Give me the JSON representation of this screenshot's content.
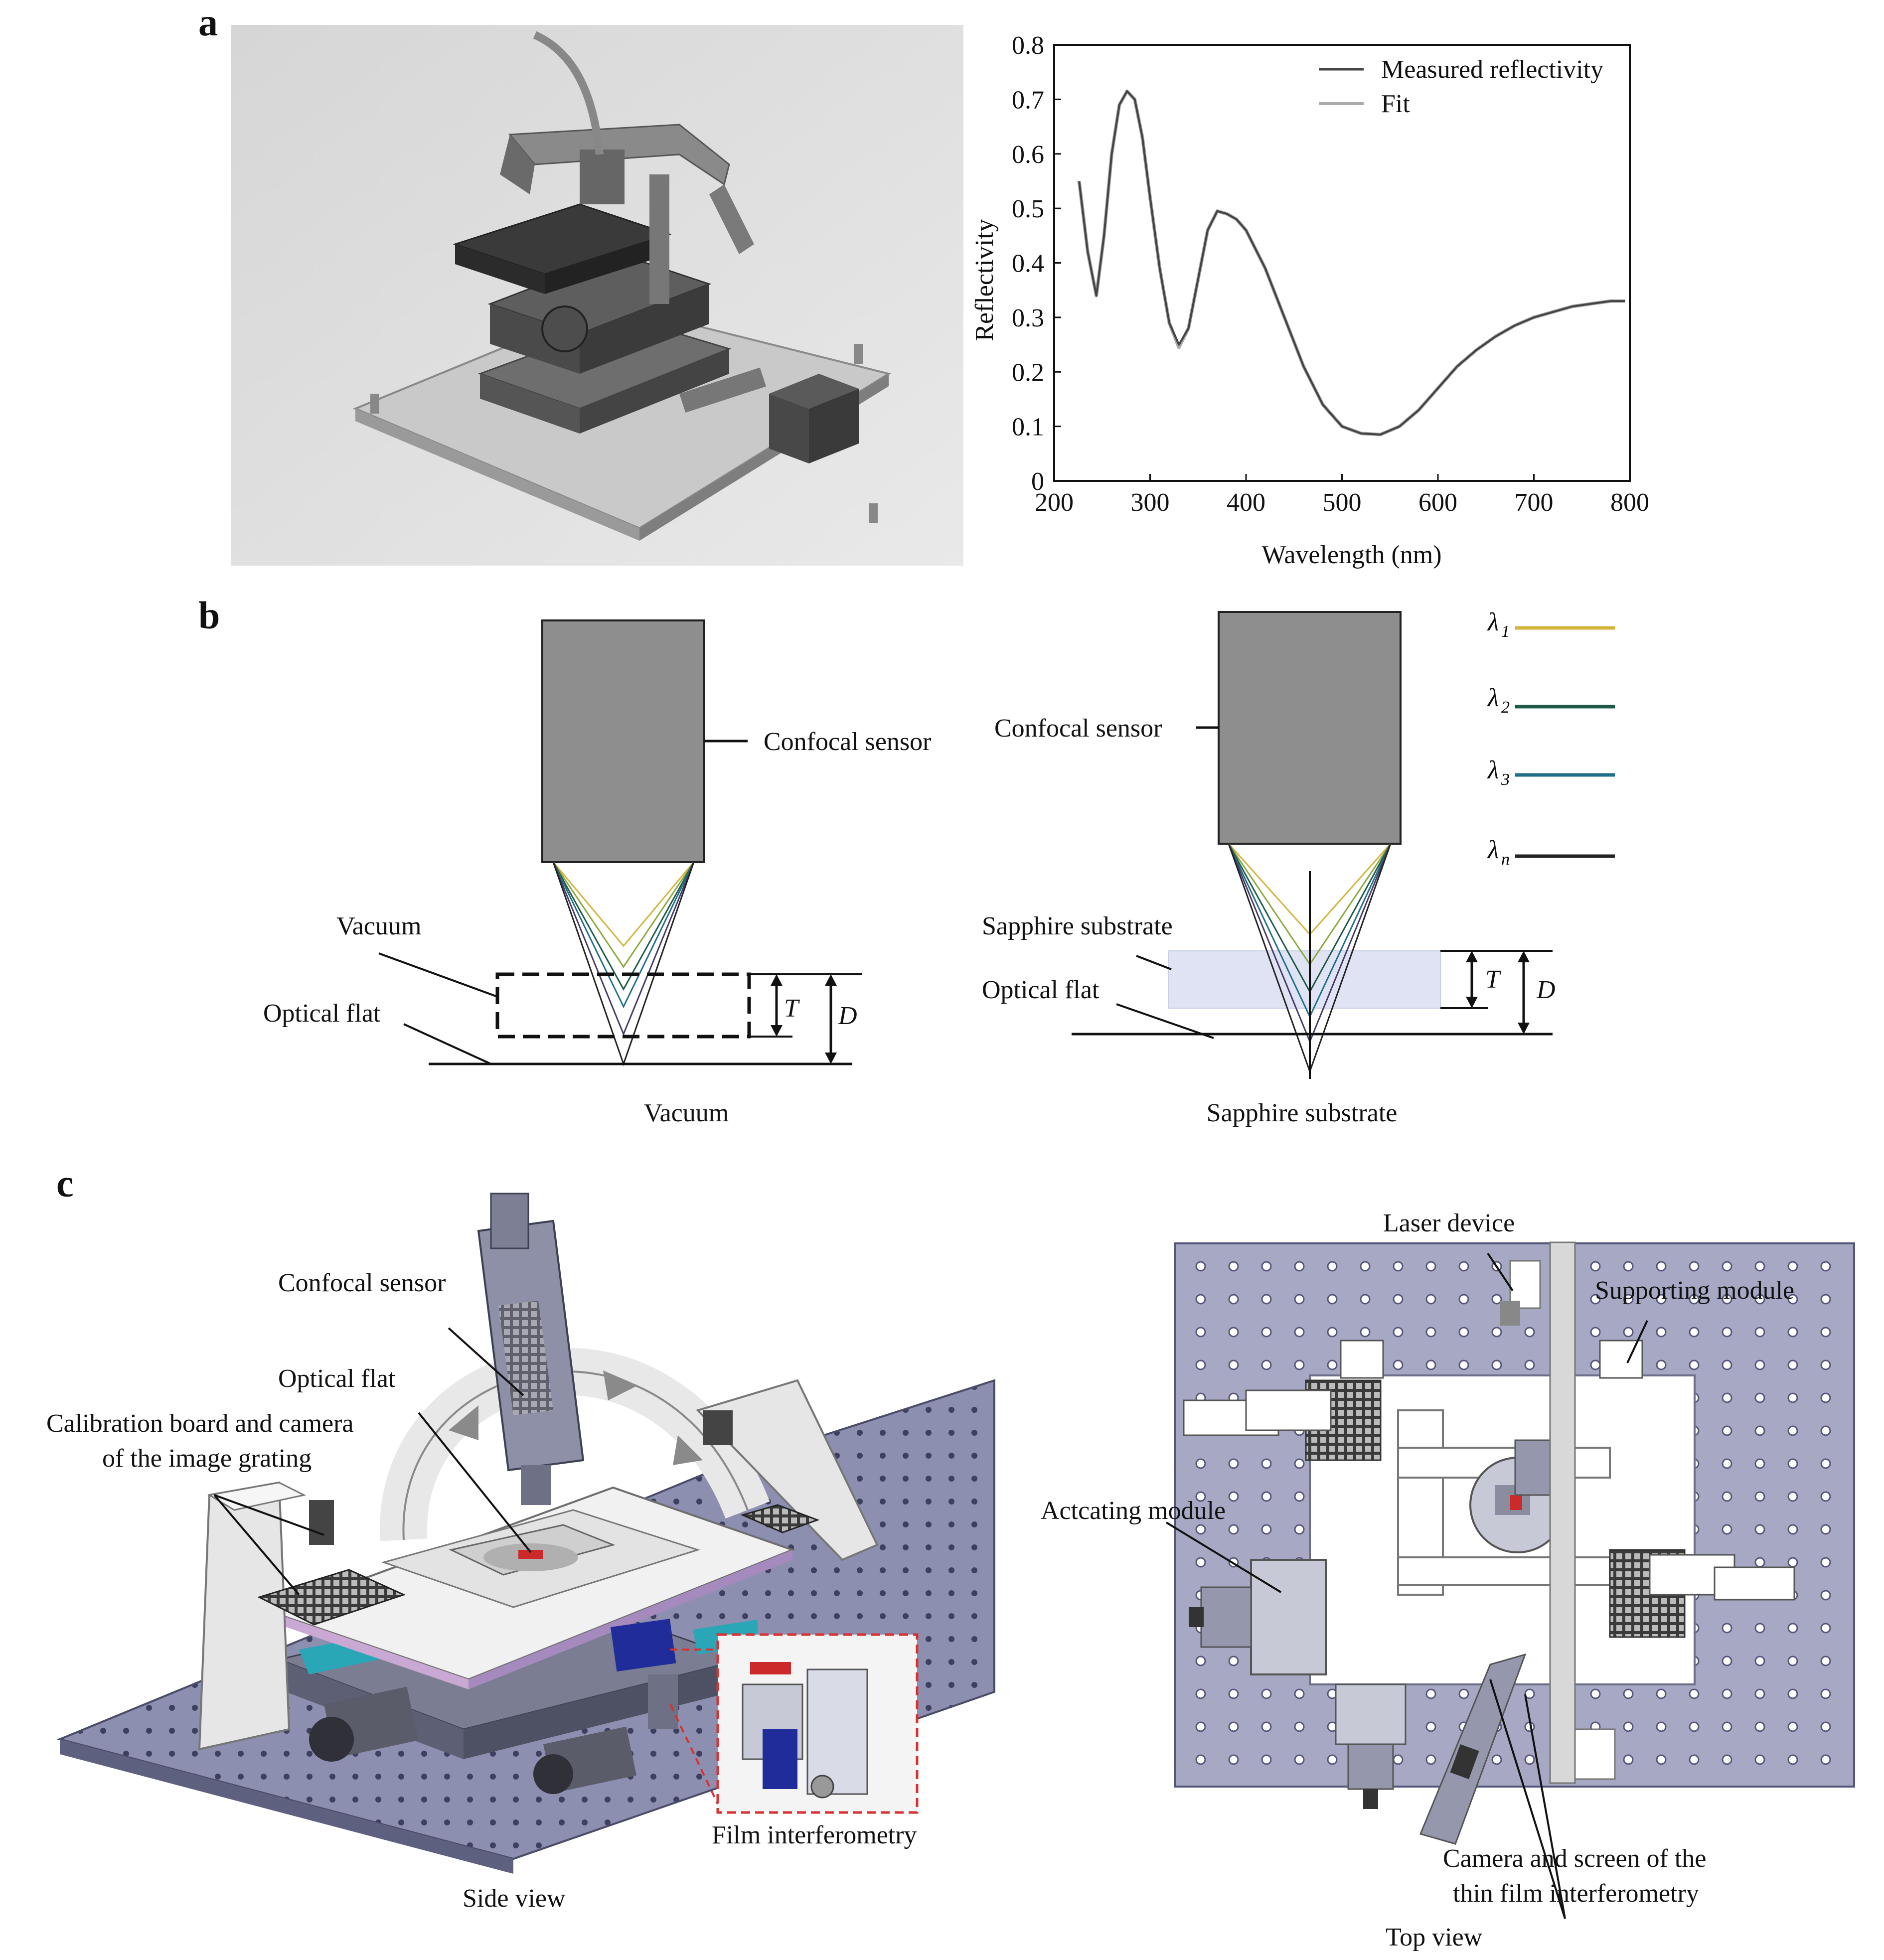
{
  "panels": {
    "a": {
      "letter": "a",
      "chart_data": {
        "type": "line",
        "xlabel": "Wavelength (nm)",
        "ylabel": "Reflectivity",
        "xlim": [
          200,
          800
        ],
        "ylim": [
          0,
          0.8
        ],
        "xticks": [
          "200",
          "300",
          "400",
          "500",
          "600",
          "700",
          "800"
        ],
        "yticks": [
          "0",
          "0.1",
          "0.2",
          "0.3",
          "0.4",
          "0.5",
          "0.6",
          "0.7",
          "0.8"
        ],
        "legend": "top-right",
        "series": [
          {
            "name": "Measured reflectivity",
            "color": "#444444",
            "x": [
              226,
              235,
              244,
              252,
              260,
              268,
              276,
              284,
              292,
              300,
              310,
              320,
              330,
              340,
              350,
              360,
              370,
              380,
              390,
              400,
              420,
              440,
              460,
              480,
              500,
              520,
              540,
              560,
              580,
              600,
              620,
              640,
              660,
              680,
              700,
              720,
              740,
              760,
              780,
              795
            ],
            "y": [
              0.55,
              0.42,
              0.34,
              0.45,
              0.6,
              0.69,
              0.715,
              0.7,
              0.63,
              0.52,
              0.39,
              0.29,
              0.25,
              0.28,
              0.37,
              0.46,
              0.495,
              0.49,
              0.48,
              0.46,
              0.39,
              0.3,
              0.21,
              0.14,
              0.1,
              0.087,
              0.085,
              0.1,
              0.13,
              0.17,
              0.21,
              0.24,
              0.265,
              0.285,
              0.3,
              0.31,
              0.32,
              0.325,
              0.33,
              0.33
            ]
          },
          {
            "name": "Fit",
            "color": "#aaaaaa",
            "x": [
              226,
              235,
              244,
              252,
              260,
              268,
              276,
              284,
              292,
              300,
              310,
              320,
              330,
              340,
              350,
              360,
              370,
              380,
              390,
              400,
              420,
              440,
              460,
              480,
              500,
              520,
              540,
              560,
              580,
              600,
              620,
              640,
              660,
              680,
              700,
              720,
              740,
              760,
              780,
              795
            ],
            "y": [
              0.55,
              0.42,
              0.34,
              0.45,
              0.6,
              0.69,
              0.715,
              0.7,
              0.63,
              0.52,
              0.39,
              0.29,
              0.245,
              0.28,
              0.37,
              0.46,
              0.495,
              0.49,
              0.48,
              0.46,
              0.39,
              0.3,
              0.21,
              0.14,
              0.1,
              0.087,
              0.085,
              0.1,
              0.13,
              0.17,
              0.21,
              0.24,
              0.265,
              0.285,
              0.3,
              0.31,
              0.32,
              0.325,
              0.33,
              0.33
            ]
          }
        ]
      }
    },
    "b": {
      "letter": "b",
      "left": {
        "sensor": "Confocal sensor",
        "medium": "Vacuum",
        "flat": "Optical flat",
        "T": "T",
        "D": "D",
        "caption": "Vacuum"
      },
      "right": {
        "sensor": "Confocal sensor",
        "medium": "Sapphire substrate",
        "flat": "Optical flat",
        "T": "T",
        "D": "D",
        "caption": "Sapphire substrate"
      },
      "legend": [
        {
          "sym": "λ",
          "sub": "1",
          "color": "#d4b43c"
        },
        {
          "sym": "λ",
          "sub": "2",
          "color": "#1e5a4a"
        },
        {
          "sym": "λ",
          "sub": "3",
          "color": "#1f6f8a"
        },
        {
          "sym": "λ",
          "sub": "n",
          "color": "#222222"
        }
      ]
    },
    "c": {
      "letter": "c",
      "side": {
        "confocal": "Confocal sensor",
        "flat": "Optical flat",
        "calib_1": "Calibration board and camera",
        "calib_2": "of the image grating",
        "film": "Film interferometry",
        "caption": "Side view"
      },
      "top": {
        "laser": "Laser device",
        "support": "Supporting module",
        "act": "Actcating module",
        "cam_1": "Camera and screen of the",
        "cam_2": "thin film interferometry",
        "caption": "Top view"
      }
    }
  }
}
